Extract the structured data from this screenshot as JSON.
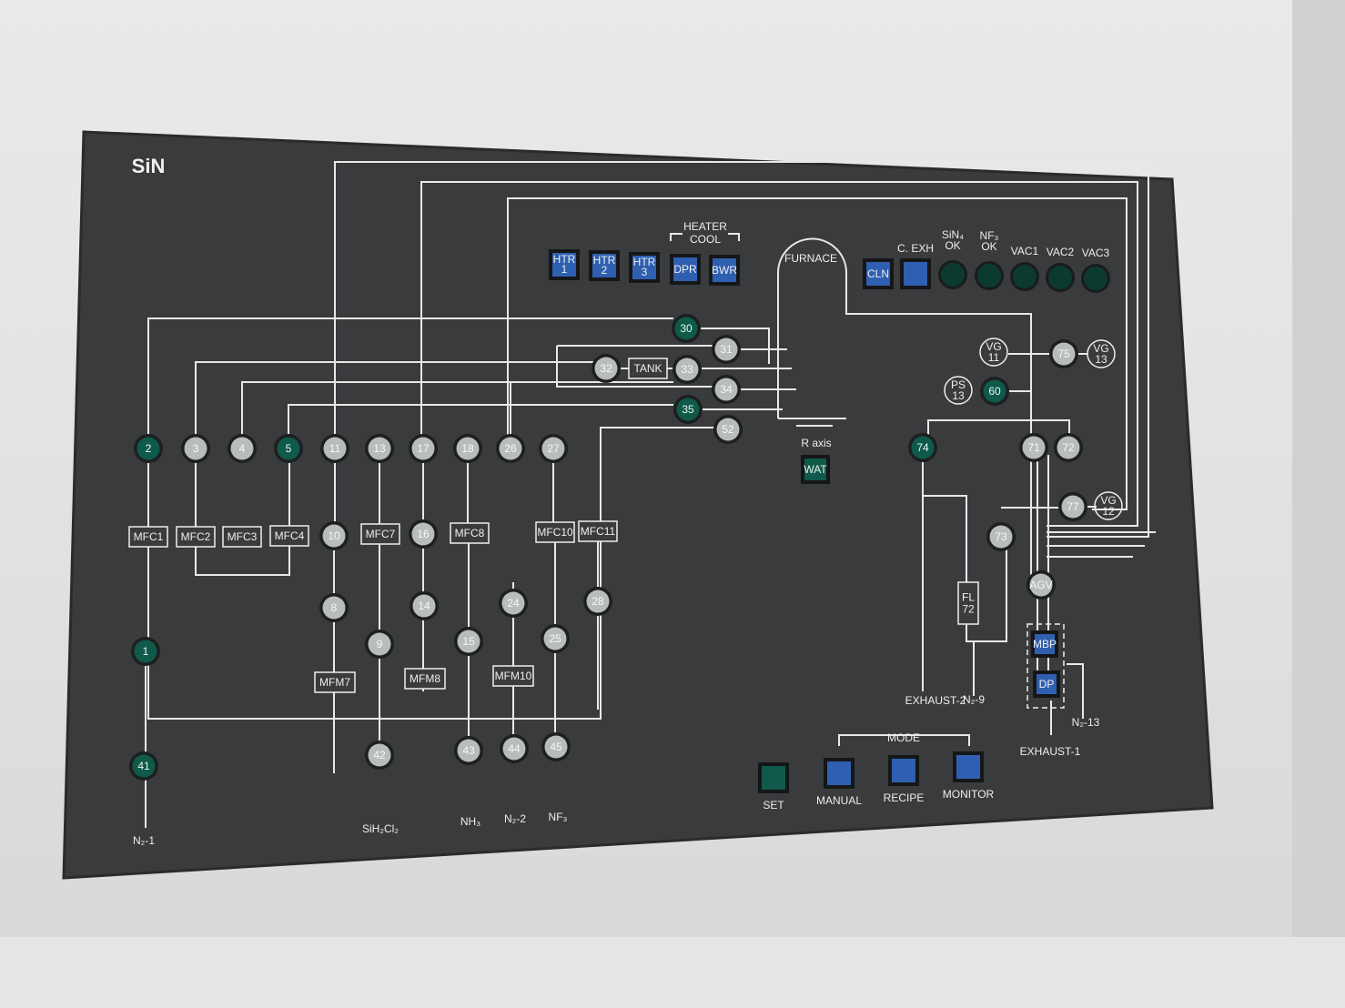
{
  "panel": {
    "title": "SiN",
    "colors": {
      "panel": "#3a3b3d",
      "line": "#e8e8e8",
      "valve_on": "#0f5a4a",
      "valve_off": "#b9bcbd",
      "button": "#2f5fb0",
      "light_off": "#0c3a30"
    },
    "heater_group": {
      "title_1": "HEATER",
      "title_2": "COOL"
    },
    "buttons": [
      {
        "label_1": "HTR",
        "label_2": "1"
      },
      {
        "label_1": "HTR",
        "label_2": "2"
      },
      {
        "label_1": "HTR",
        "label_2": "3"
      },
      {
        "label_1": "DPR",
        "label_2": ""
      },
      {
        "label_1": "BWR",
        "label_2": ""
      },
      {
        "label_1": "CLN",
        "label_2": ""
      },
      {
        "label_1": "",
        "label_2": ""
      }
    ],
    "status_lights": [
      {
        "label_1": "C. EXH",
        "label_2": ""
      },
      {
        "label_1": "SiN₄",
        "label_2": "OK"
      },
      {
        "label_1": "NF₃",
        "label_2": "OK"
      },
      {
        "label_1": "VAC1",
        "label_2": ""
      },
      {
        "label_1": "VAC2",
        "label_2": ""
      },
      {
        "label_1": "VAC3",
        "label_2": ""
      }
    ],
    "furnace": {
      "label": "FURNACE",
      "r_axis": "R axis",
      "wat": "WAT"
    },
    "tank": "TANK",
    "valves": [
      {
        "label": "2",
        "state": "on"
      },
      {
        "label": "3",
        "state": "off"
      },
      {
        "label": "4",
        "state": "off"
      },
      {
        "label": "5",
        "state": "on"
      },
      {
        "label": "11",
        "state": "off"
      },
      {
        "label": "13",
        "state": "off"
      },
      {
        "label": "17",
        "state": "off"
      },
      {
        "label": "18",
        "state": "off"
      },
      {
        "label": "26",
        "state": "off"
      },
      {
        "label": "27",
        "state": "off"
      },
      {
        "label": "10",
        "state": "off"
      },
      {
        "label": "16",
        "state": "off"
      },
      {
        "label": "8",
        "state": "off"
      },
      {
        "label": "9",
        "state": "off"
      },
      {
        "label": "14",
        "state": "off"
      },
      {
        "label": "15",
        "state": "off"
      },
      {
        "label": "24",
        "state": "off"
      },
      {
        "label": "25",
        "state": "off"
      },
      {
        "label": "28",
        "state": "off"
      },
      {
        "label": "1",
        "state": "on"
      },
      {
        "label": "41",
        "state": "on"
      },
      {
        "label": "42",
        "state": "off"
      },
      {
        "label": "43",
        "state": "off"
      },
      {
        "label": "44",
        "state": "off"
      },
      {
        "label": "45",
        "state": "off"
      },
      {
        "label": "30",
        "state": "on"
      },
      {
        "label": "31",
        "state": "off"
      },
      {
        "label": "32",
        "state": "off"
      },
      {
        "label": "33",
        "state": "off"
      },
      {
        "label": "34",
        "state": "off"
      },
      {
        "label": "35",
        "state": "on"
      },
      {
        "label": "52",
        "state": "off"
      },
      {
        "label": "75",
        "state": "off"
      },
      {
        "label": "60",
        "state": "on"
      },
      {
        "label": "74",
        "state": "on"
      },
      {
        "label": "71",
        "state": "off"
      },
      {
        "label": "72",
        "state": "off"
      },
      {
        "label": "77",
        "state": "off"
      },
      {
        "label": "73",
        "state": "off"
      },
      {
        "label": "AGV",
        "state": "off"
      }
    ],
    "mfc": [
      "MFC1",
      "MFC2",
      "MFC3",
      "MFC4",
      "MFC7",
      "MFC8",
      "MFC10",
      "MFC11"
    ],
    "mfm": [
      "MFM7",
      "MFM8",
      "MFM10"
    ],
    "gauges": [
      {
        "label_1": "VG",
        "label_2": "11"
      },
      {
        "label_1": "VG",
        "label_2": "13"
      },
      {
        "label_1": "PS",
        "label_2": "13"
      },
      {
        "label_1": "VG",
        "label_2": "12"
      }
    ],
    "filter": {
      "label_1": "FL",
      "label_2": "72"
    },
    "pumps": [
      "MBP",
      "DP"
    ],
    "ports": [
      "N₂-1",
      "SiH₂Cl₂",
      "NH₃",
      "N₂-2",
      "NF₃",
      "EXHAUST-2",
      "N₂-9",
      "N₂-13",
      "EXHAUST-1"
    ],
    "mode": {
      "title": "MODE",
      "buttons": [
        "SET",
        "MANUAL",
        "RECIPE",
        "MONITOR"
      ]
    }
  }
}
